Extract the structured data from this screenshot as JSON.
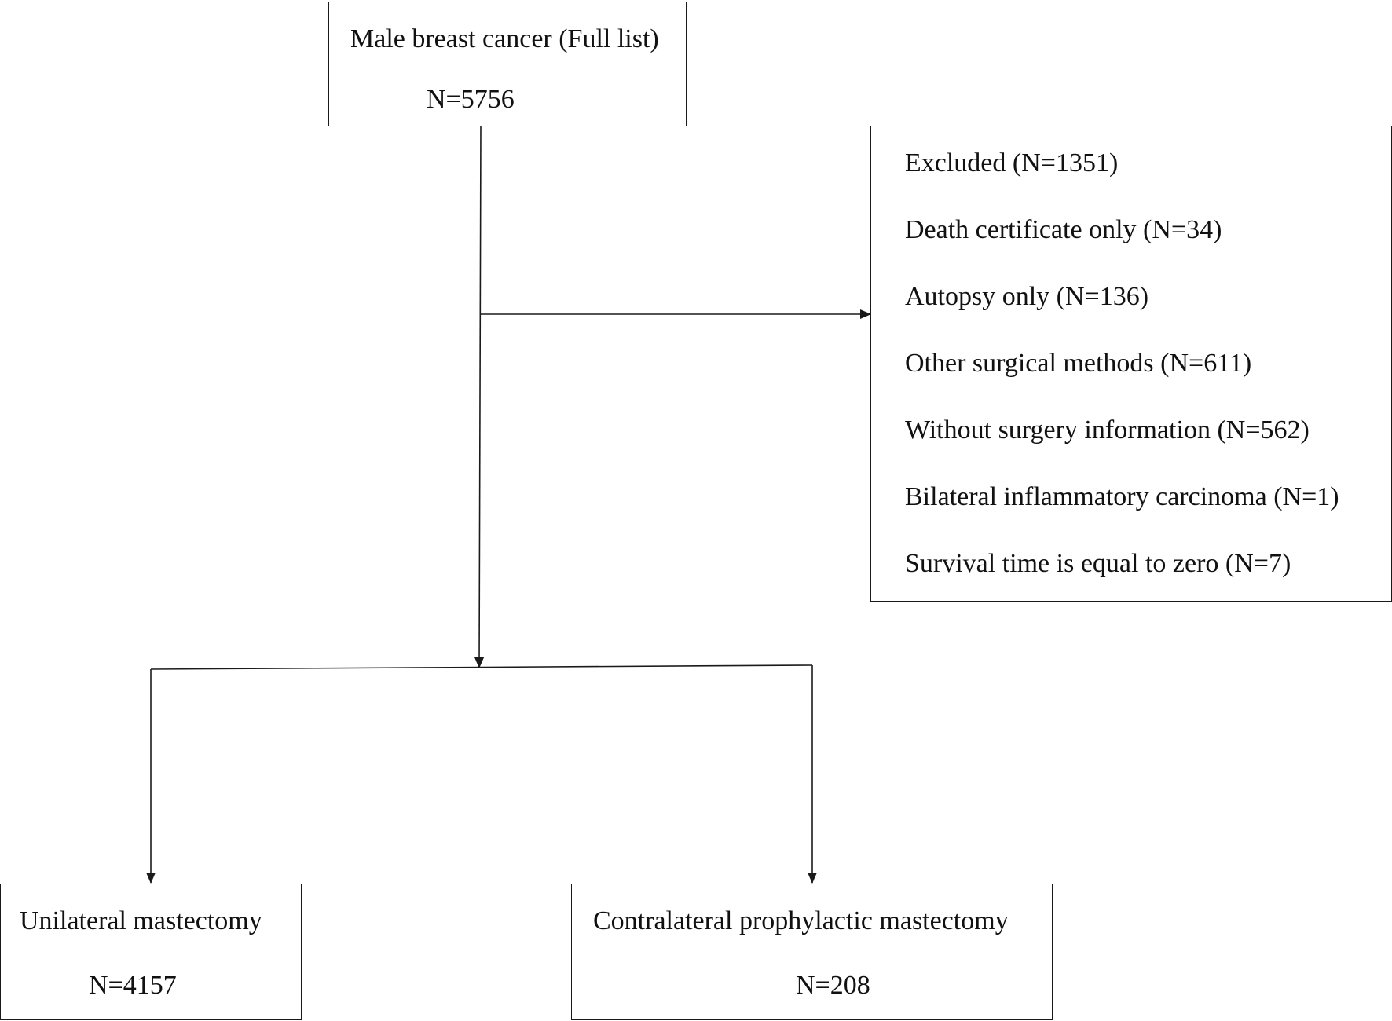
{
  "top_box": {
    "title": "Male breast cancer (Full list)",
    "count": "N=5756"
  },
  "excluded_box": {
    "items": [
      "Excluded (N=1351)",
      "Death certificate only (N=34)",
      "Autopsy only (N=136)",
      "Other surgical methods (N=611)",
      "Without surgery information (N=562)",
      "Bilateral inflammatory carcinoma (N=1)",
      "Survival time is equal to zero (N=7)"
    ]
  },
  "left_box": {
    "title": "Unilateral mastectomy",
    "count": "N=4157"
  },
  "right_box": {
    "title": "Contralateral prophylactic mastectomy",
    "count": "N=208"
  }
}
